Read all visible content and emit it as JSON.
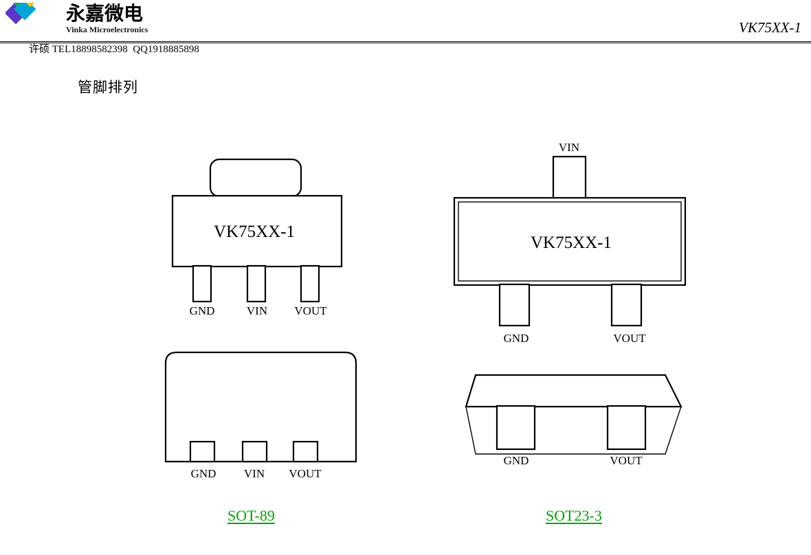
{
  "header": {
    "logo": {
      "icon": "vinka-diamond-logo",
      "cn_name": "永嘉微电",
      "en_name": "Vinka Microelectronics",
      "diamond_colors": [
        "#5a35c8",
        "#1fa64a",
        "#e01b24",
        "#00a5d6",
        "#f5c400"
      ]
    },
    "part_number": "VK75XX-1",
    "contact": "许硕 TEL18898582398  QQ1918885898"
  },
  "section": {
    "title": "管脚排列"
  },
  "packages": [
    {
      "caption": "SOT-89",
      "marking": "VK75XX-1",
      "views": [
        {
          "view": "top-view",
          "pins": [
            {
              "label": "GND"
            },
            {
              "label": "VIN"
            },
            {
              "label": "VOUT"
            }
          ]
        },
        {
          "view": "bottom-view",
          "pins": [
            {
              "label": "GND"
            },
            {
              "label": "VIN"
            },
            {
              "label": "VOUT"
            }
          ]
        }
      ]
    },
    {
      "caption": "SOT23-3",
      "marking": "VK75XX-1",
      "views": [
        {
          "view": "top-view",
          "pins": [
            {
              "label": "VIN"
            },
            {
              "label": "GND"
            },
            {
              "label": "VOUT"
            }
          ]
        },
        {
          "view": "side-view",
          "pins": [
            {
              "label": "GND"
            },
            {
              "label": "VOUT"
            }
          ]
        }
      ]
    }
  ],
  "colors": {
    "caption_green": "#00a500",
    "line_black": "#000000",
    "page_background": "#ffffff"
  }
}
